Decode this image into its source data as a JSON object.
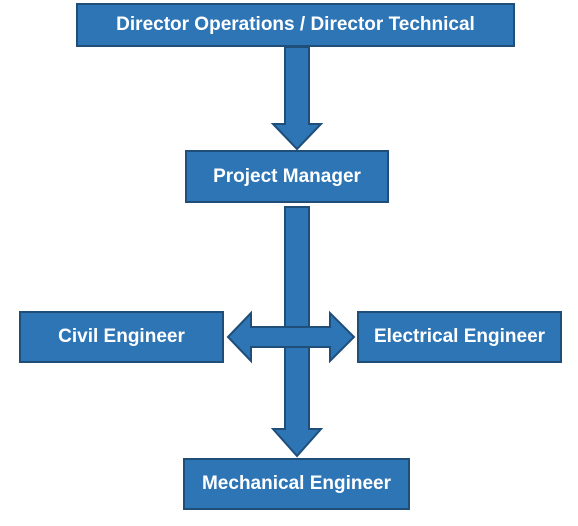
{
  "diagram": {
    "nodes": {
      "director": {
        "label": "Director Operations / Director Technical"
      },
      "project_manager": {
        "label": "Project Manager"
      },
      "civil": {
        "label": "Civil Engineer"
      },
      "electrical": {
        "label": "Electrical Engineer"
      },
      "mechanical": {
        "label": "Mechanical Engineer"
      }
    },
    "edges": [
      {
        "from": "director",
        "to": "project_manager",
        "type": "down-arrow"
      },
      {
        "from": "project_manager",
        "to": "mechanical",
        "type": "down-arrow"
      },
      {
        "between": [
          "civil",
          "electrical"
        ],
        "type": "double-headed-arrow"
      }
    ],
    "colors": {
      "fill": "#2e75b6",
      "border": "#1f4e79",
      "text": "#ffffff"
    }
  }
}
